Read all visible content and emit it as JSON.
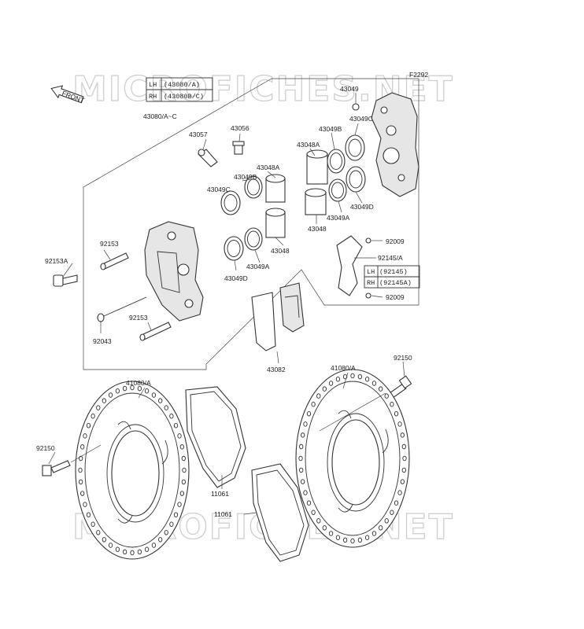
{
  "watermark": {
    "top": "MICROFICHES.NET",
    "bottom": "MICROFICHES.NET"
  },
  "figure_code": "F2292",
  "front_arrow": {
    "label": "FRONT",
    "icon": "front-arrow-icon"
  },
  "lh_rh_table_caliper": {
    "rows": [
      {
        "side": "LH",
        "part": "(43080/A)"
      },
      {
        "side": "RH",
        "part": "(43080B/C)"
      }
    ]
  },
  "lh_rh_table_bracket": {
    "rows": [
      {
        "side": "LH",
        "part": "(92145)"
      },
      {
        "side": "RH",
        "part": "(92145A)"
      }
    ]
  },
  "callouts": {
    "p43049": "43049",
    "p43049c_r": "43049C",
    "p43049b_r": "43049B",
    "p43048a_r": "43048A",
    "p43080": "43080/A~C",
    "p43057": "43057",
    "p43056": "43056",
    "p43048a_l": "43048A",
    "p43049b_l": "43049B",
    "p43049c_l": "43049C",
    "p43049d_r": "43049D",
    "p43049a_r": "43049A",
    "p43048_r": "43048",
    "p92009_a": "92009",
    "p92145": "92145/A",
    "p92009_b": "92009",
    "p92153_a": "92153",
    "p92153a": "92153A",
    "p43048_l": "43048",
    "p43049a_l": "43049A",
    "p43049d_l": "43049D",
    "p92153_b": "92153",
    "p92043": "92043",
    "p43082": "43082",
    "p41080_r": "41080/A",
    "p92150_r": "92150",
    "p41080_l": "41080/A",
    "p92150_l": "92150",
    "p11061_a": "11061",
    "p11061_b": "11061"
  }
}
